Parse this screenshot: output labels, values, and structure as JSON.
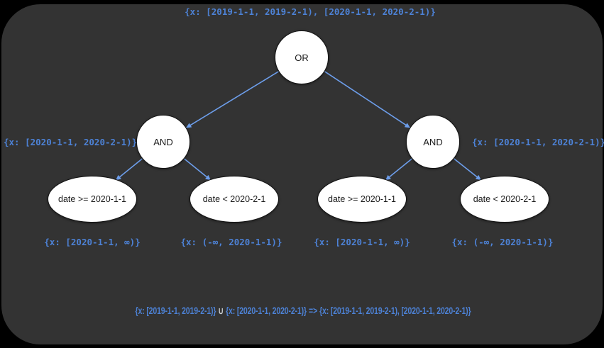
{
  "diagram": {
    "root_annotation": "{x: [2019-1-1, 2019-2-1), [2020-1-1, 2020-2-1)}",
    "nodes": {
      "or": {
        "label": "OR"
      },
      "and_left": {
        "label": "AND",
        "annotation": "{x: [2020-1-1, 2020-2-1)}"
      },
      "and_right": {
        "label": "AND",
        "annotation": "{x: [2020-1-1, 2020-2-1)}"
      },
      "leaf1": {
        "label": "date >= 2020-1-1",
        "annotation": "{x: [2020-1-1, ∞)}"
      },
      "leaf2": {
        "label": "date < 2020-2-1",
        "annotation": "{x: (-∞, 2020-1-1)}"
      },
      "leaf3": {
        "label": "date >= 2020-1-1",
        "annotation": "{x: [2020-1-1, ∞)}"
      },
      "leaf4": {
        "label": "date < 2020-2-1",
        "annotation": "{x: (-∞, 2020-1-1)}"
      }
    },
    "formula": {
      "left_set": "{x: [2019-1-1, 2019-2-1)}",
      "union_symbol": "∪",
      "right_set": "{x: [2020-1-1, 2020-2-1)}",
      "implies_symbol": "=>",
      "result_set": "{x: [2019-1-1, 2019-2-1), [2020-1-1, 2020-2-1)}"
    },
    "colors": {
      "outer_background": "#000000",
      "canvas_background": "#333333",
      "annotation_text": "#4d82d6",
      "edge_arrow": "#6d9eeb",
      "node_fill": "#ffffff",
      "node_border": "#141414",
      "node_text": "#1b1b1b"
    }
  }
}
